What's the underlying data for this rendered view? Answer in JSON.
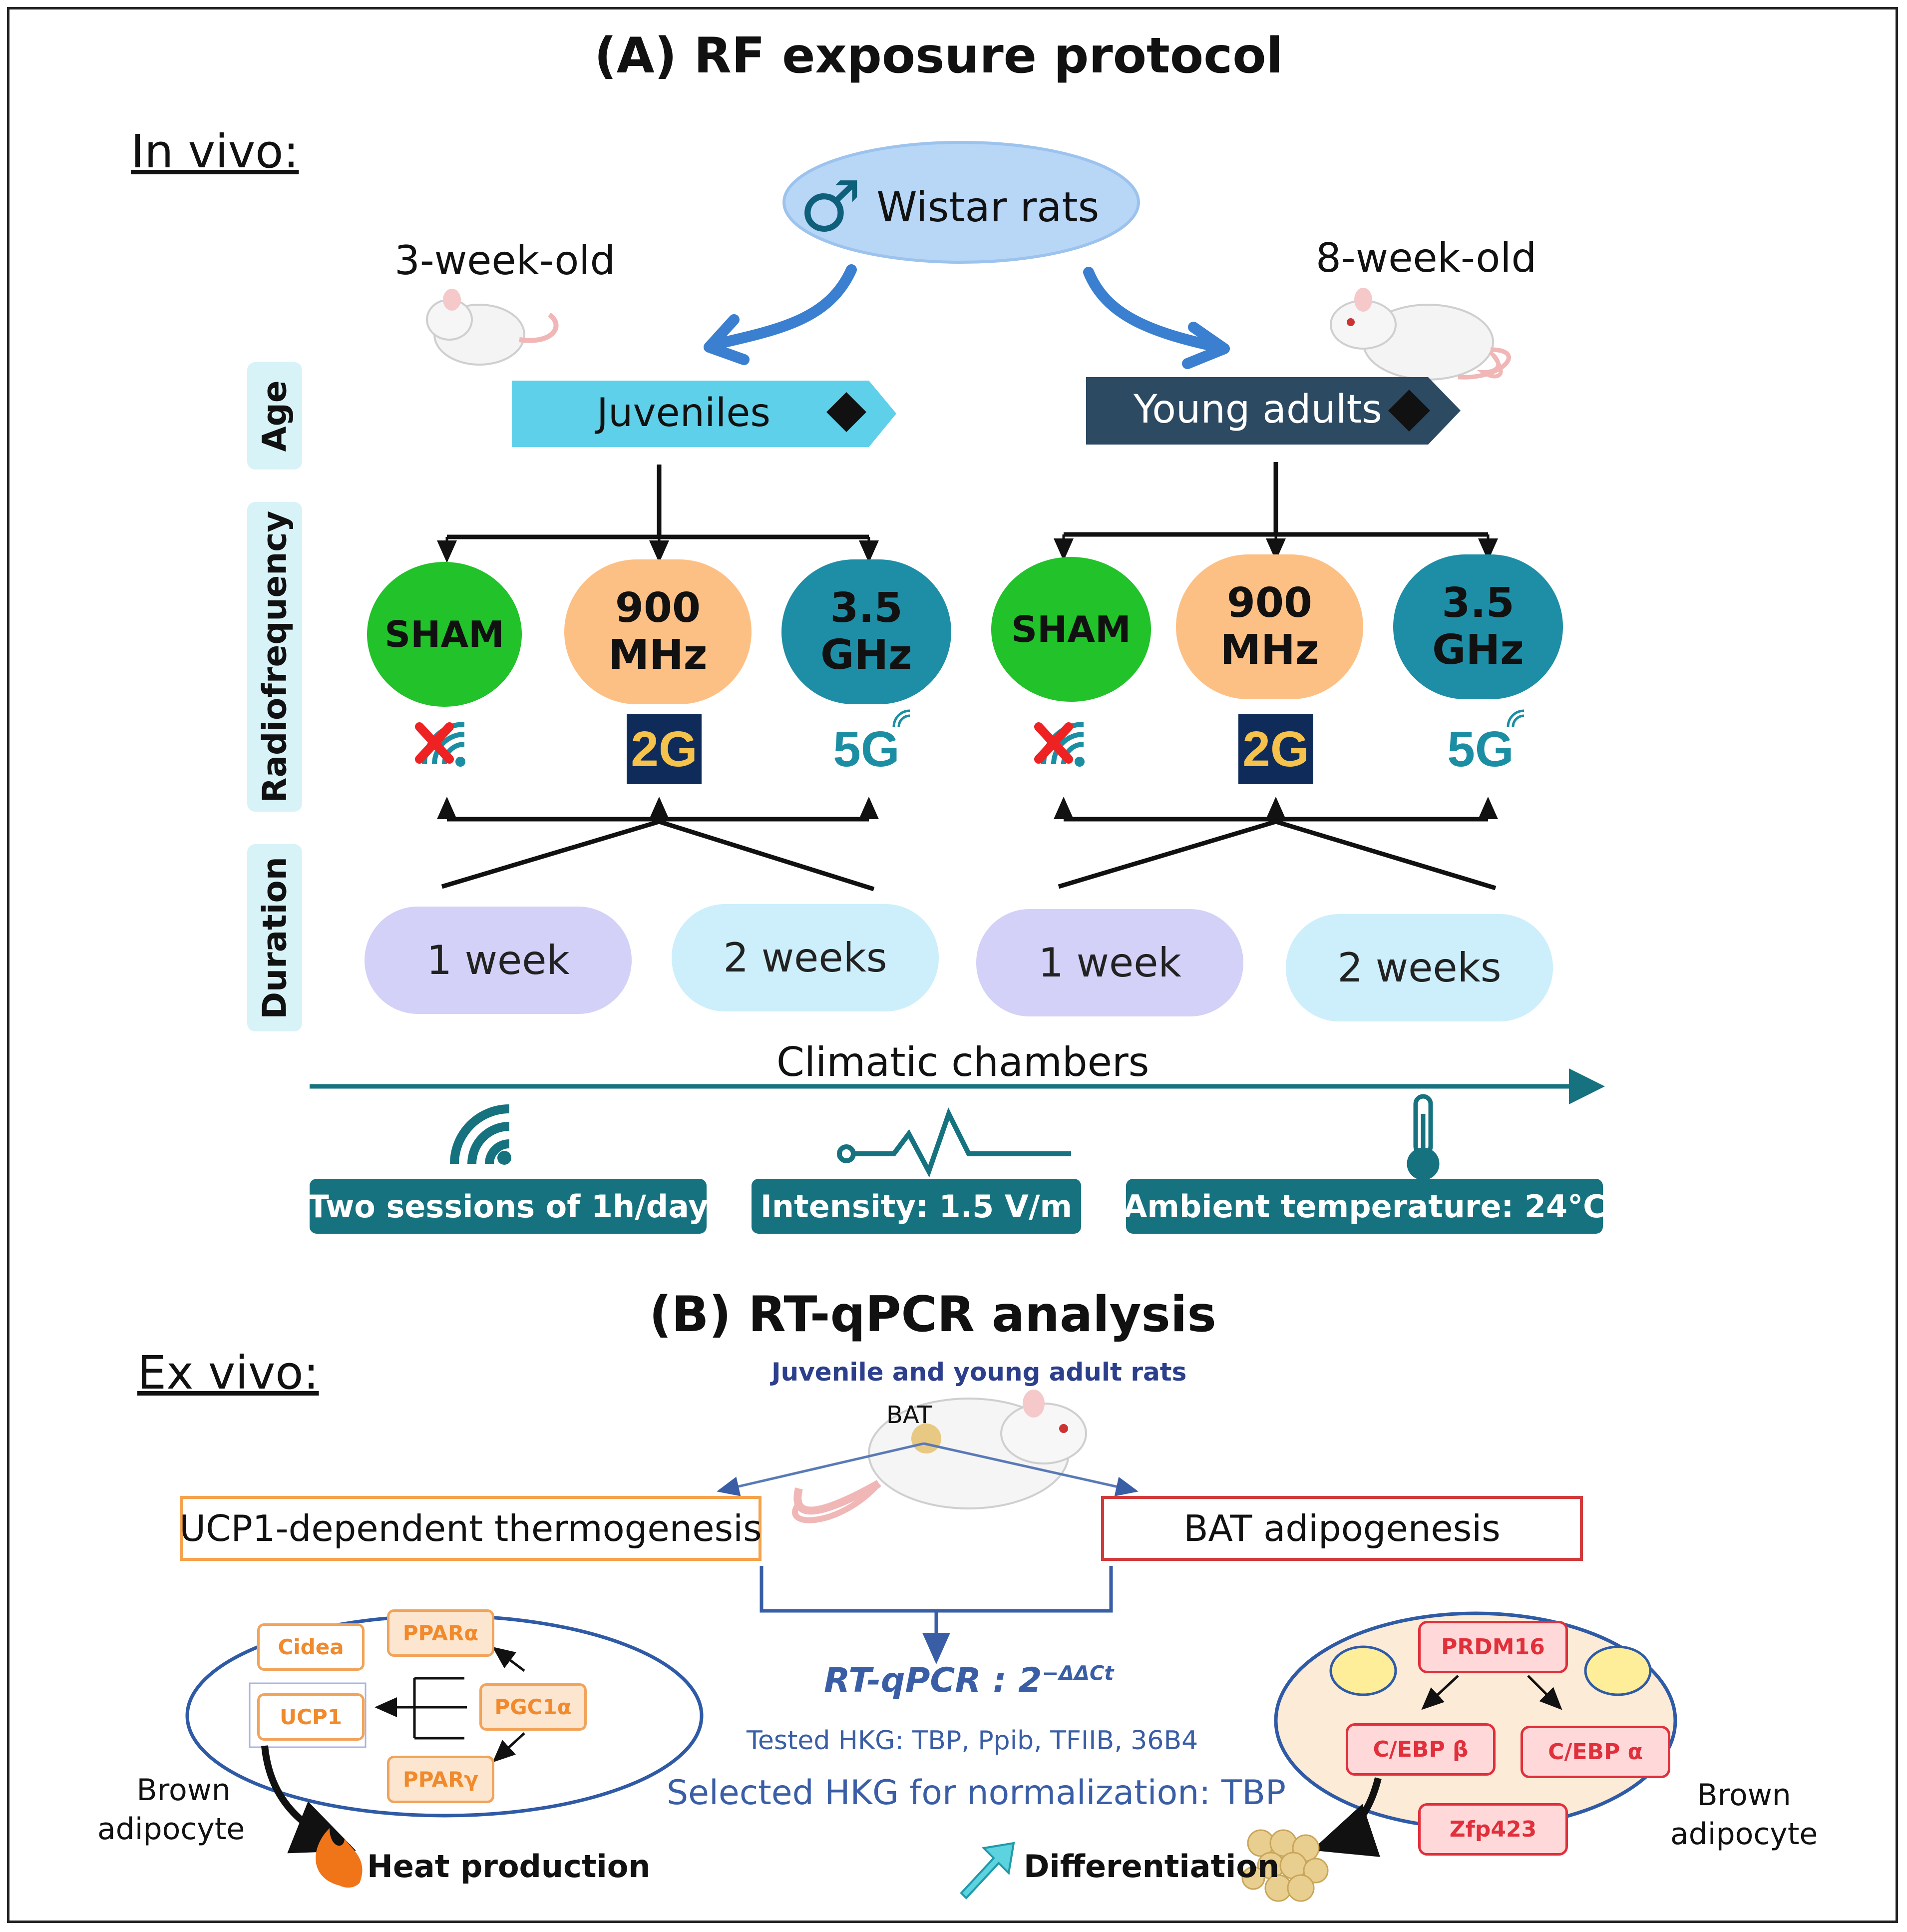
{
  "titles": {
    "a": "(A)  RF exposure protocol",
    "in_vivo": "In vivo:",
    "b": "(B) RT-qPCR analysis",
    "ex_vivo": "Ex vivo:"
  },
  "rats": {
    "label": "Wistar rats",
    "symbol": "♂",
    "juvenile_age": "3-week-old",
    "adult_age": "8-week-old"
  },
  "side_labels": {
    "age": "Age",
    "radiofrequency": "Radiofrequency",
    "duration": "Duration"
  },
  "groups": {
    "juveniles": "Juveniles",
    "young_adults": "Young adults"
  },
  "rf_conditions": [
    {
      "line1": "SHAM",
      "line2": "",
      "color": "#22c22a"
    },
    {
      "line1": "900",
      "line2": "MHz",
      "color": "#fdc084"
    },
    {
      "line1": "3.5",
      "line2": "GHz",
      "color": "#1e8ea6"
    }
  ],
  "generation_labels": {
    "g2": "2G",
    "g5": "5G"
  },
  "durations": {
    "one_week": "1 week",
    "two_weeks": "2 weeks"
  },
  "timeline": {
    "label": "Climatic chambers",
    "sessions": "Two sessions of 1h/day",
    "intensity": "Intensity:  1.5 V/m",
    "temperature": "Ambient temperature:  24°C"
  },
  "rtqpcr": {
    "rats_label": "Juvenile and young adult rats",
    "bat": "BAT",
    "thermogenesis": "UCP1-dependent thermogenesis",
    "adipogenesis": "BAT adipogenesis",
    "method": "RT-qPCR : 2",
    "method_exp": "−ΔΔCt",
    "tested_hkg": "Tested HKG: TBP, Ppib, TFIIB, 36B4",
    "selected_hkg": "Selected HKG for normalization: TBP"
  },
  "thermo_genes": {
    "cidea": "Cidea",
    "ppara": "PPARα",
    "ucp1": "UCP1",
    "pgc1a": "PGC1α",
    "pparg": "PPARγ"
  },
  "adipo_genes": {
    "prdm16": "PRDM16",
    "cebpb": "C/EBP β",
    "cebpa": "C/EBP α",
    "zfp423": "Zfp423"
  },
  "outcomes": {
    "brown_adipocyte_line1": "Brown",
    "brown_adipocyte_line2": "adipocyte",
    "heat": "Heat production",
    "differentiation": "Differentiation"
  },
  "colors": {
    "teal": "#16727e",
    "juvenile_banner": "#5fd0ea",
    "adult_banner": "#2d4a63",
    "duration_1": "#d3d1f7",
    "duration_2": "#cdeffb",
    "thermo_border": "#f5a24d",
    "adipo_border": "#d23b3b",
    "method_text": "#3a5ea6"
  }
}
